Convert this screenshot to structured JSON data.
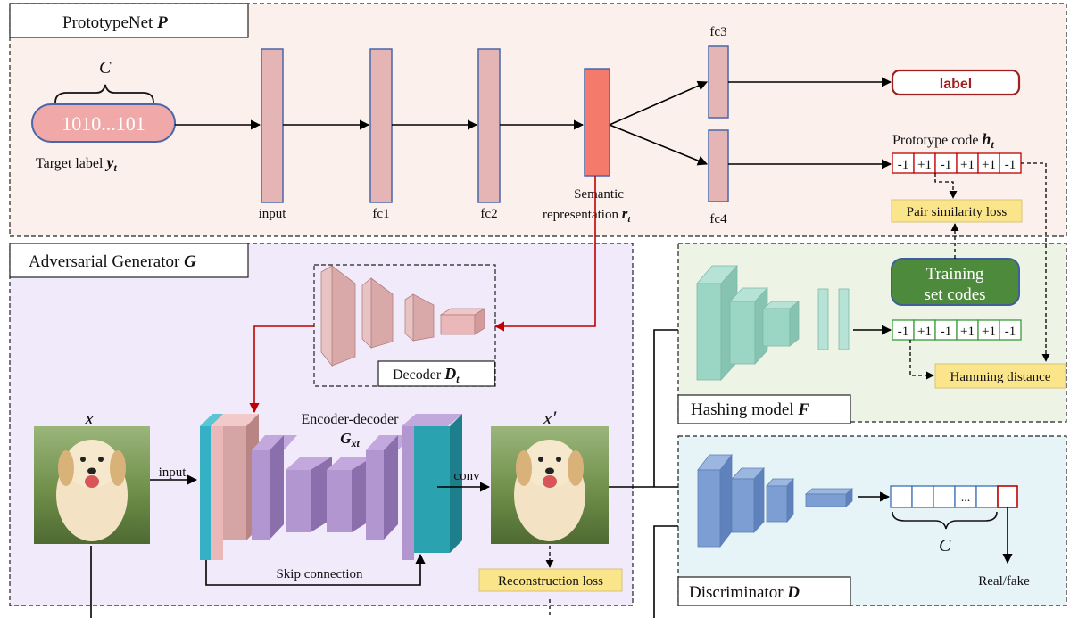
{
  "prototype_net": {
    "title": "PrototypeNet",
    "title_symbol": "P",
    "c_label": "C",
    "target_label_value": "1010...101",
    "target_label_caption": "Target label",
    "target_label_symbol": "y",
    "target_label_sub": "t",
    "layer_input": "input",
    "layer_fc1": "fc1",
    "layer_fc2": "fc2",
    "semantic_line1": "Semantic",
    "semantic_line2": "representation",
    "semantic_symbol": "r",
    "semantic_sub": "t",
    "layer_fc3": "fc3",
    "layer_fc4": "fc4",
    "label_box": "label",
    "prototype_code_caption": "Prototype code",
    "prototype_code_symbol": "h",
    "prototype_code_sub": "t",
    "prototype_code_cells": [
      "-1",
      "+1",
      "-1",
      "+1",
      "+1",
      "-1"
    ],
    "pair_similarity_loss": "Pair similarity loss"
  },
  "generator": {
    "title": "Adversarial Generator",
    "title_symbol": "G",
    "decoder_caption": "Decoder",
    "decoder_symbol": "D",
    "decoder_sub": "t",
    "x_label": "x",
    "x_prime_label": "x′",
    "input_label": "input",
    "encdec_line1": "Encoder-decoder",
    "encdec_symbol": "G",
    "encdec_sub": "xt",
    "conv_label": "conv",
    "skip_label": "Skip connection",
    "reconstruction_loss": "Reconstruction loss"
  },
  "hashing": {
    "title": "Hashing model",
    "title_symbol": "F",
    "training_line1": "Training",
    "training_line2": "set codes",
    "code_cells": [
      "-1",
      "+1",
      "-1",
      "+1",
      "+1",
      "-1"
    ],
    "hamming_distance": "Hamming distance"
  },
  "discriminator": {
    "title": "Discriminator",
    "title_symbol": "D",
    "ellipsis": "...",
    "c_label": "C",
    "real_fake": "Real/fake"
  },
  "colors": {
    "prototype_bg": "#fbf0ec",
    "generator_bg": "#f1eafa",
    "hashing_bg": "#edf3e5",
    "discriminator_bg": "#e6f4f8",
    "fc_layer": "#e5b5b5",
    "semantic_layer": "#f47b6b",
    "red_arrow": "#c00000",
    "label_border": "#a02020",
    "loss_box": "#fbe58a",
    "training_box": "#4e8a3c"
  }
}
